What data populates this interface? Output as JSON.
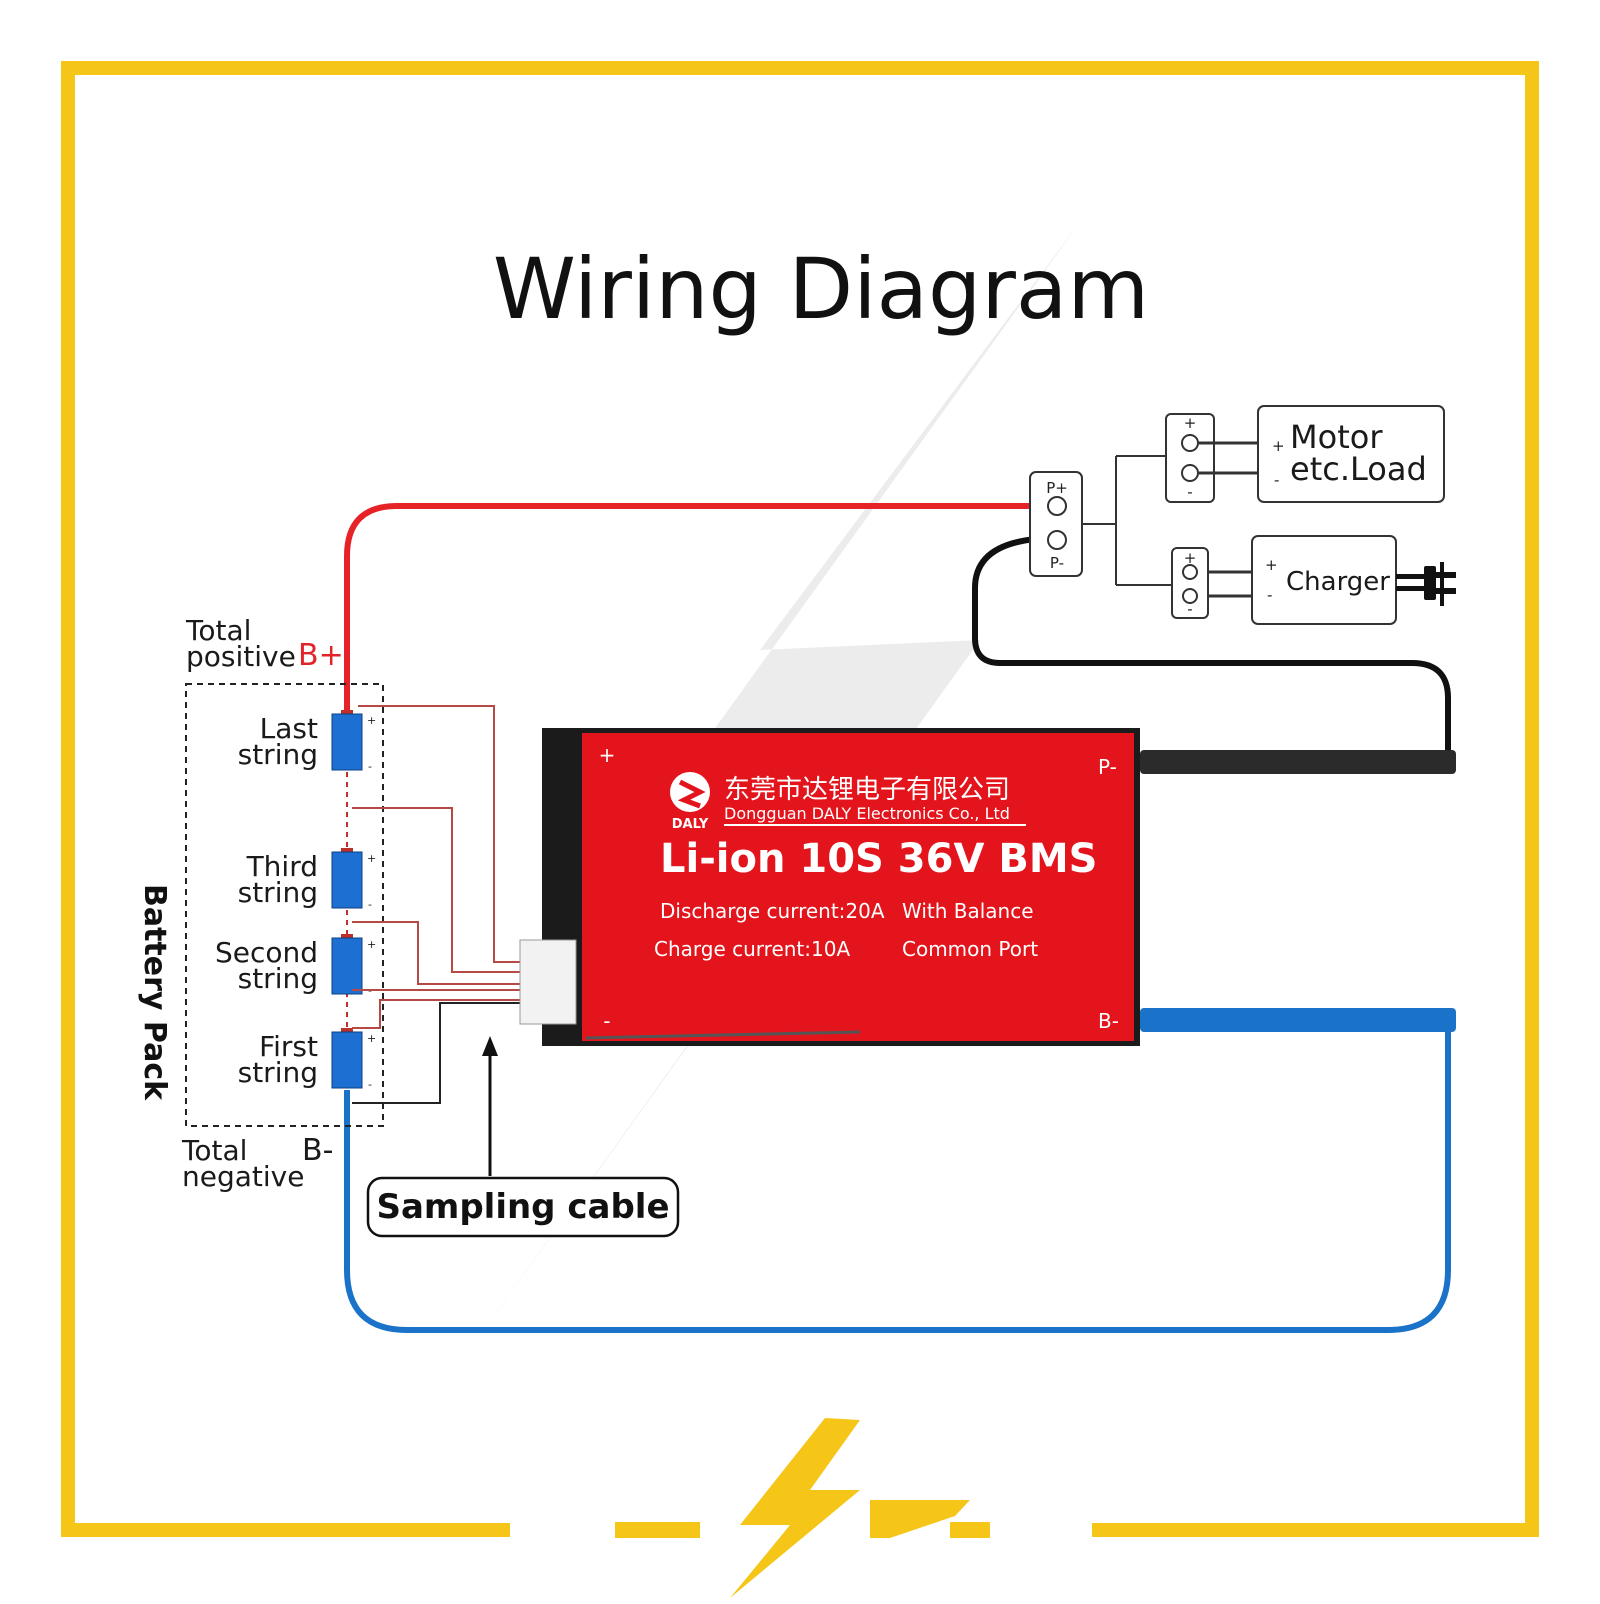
{
  "title": "Wiring Diagram",
  "battery_pack": {
    "label": "Battery Pack",
    "total_positive": {
      "text": "Total\npositive",
      "terminal": "B+"
    },
    "total_negative": {
      "text": "Total\nnegative",
      "terminal": "B-"
    },
    "cells": [
      {
        "label": "Last\nstring"
      },
      {
        "label": "Third\nstring"
      },
      {
        "label": "Second\nstring"
      },
      {
        "label": "First\nstring"
      }
    ],
    "cell_plus": "+",
    "cell_minus": "-"
  },
  "bms": {
    "brand": "DALY",
    "chinese_name": "东莞市达锂电子有限公司",
    "english_name": "Dongguan DALY Electronics Co., Ltd",
    "model": "Li-ion 10S 36V BMS",
    "discharge": "Discharge current:20A",
    "balance": "With Balance",
    "charge": "Charge current:10A",
    "port": "Common Port",
    "plus": "+",
    "minus": "-",
    "p_minus": "P-",
    "b_minus": "B-"
  },
  "terminals": {
    "p_plus": "P+",
    "p_minus": "P-"
  },
  "load": {
    "line1": "Motor",
    "line2": "etc.Load",
    "plus": "+",
    "minus": "-"
  },
  "charger": {
    "label": "Charger",
    "plus": "+",
    "minus": "-"
  },
  "sampling_cable": "Sampling cable",
  "colors": {
    "frame": "#f5c518",
    "positive_wire": "#e62226",
    "negative_wire": "#1a73c9",
    "black_wire": "#111111",
    "bms_red": "#e3141b",
    "cell_blue": "#1d6fd1"
  }
}
